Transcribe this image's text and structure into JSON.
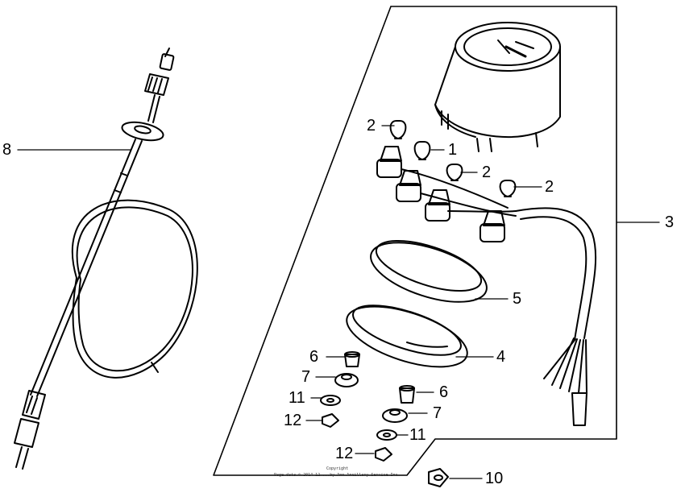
{
  "callouts": {
    "c1": "1",
    "c2a": "2",
    "c2b": "2",
    "c2c": "2",
    "c3": "3",
    "c4": "4",
    "c5": "5",
    "c6a": "6",
    "c6b": "6",
    "c7a": "7",
    "c7b": "7",
    "c8": "8",
    "c10": "10",
    "c11a": "11",
    "c11b": "11",
    "c12a": "12",
    "c12b": "12"
  },
  "footer": {
    "copyright": "Copyright",
    "fine_print": "Page data © 2014-12 ...by Ann Ancillary Service Inc."
  },
  "colors": {
    "ink": "#000000",
    "paper": "#ffffff"
  }
}
